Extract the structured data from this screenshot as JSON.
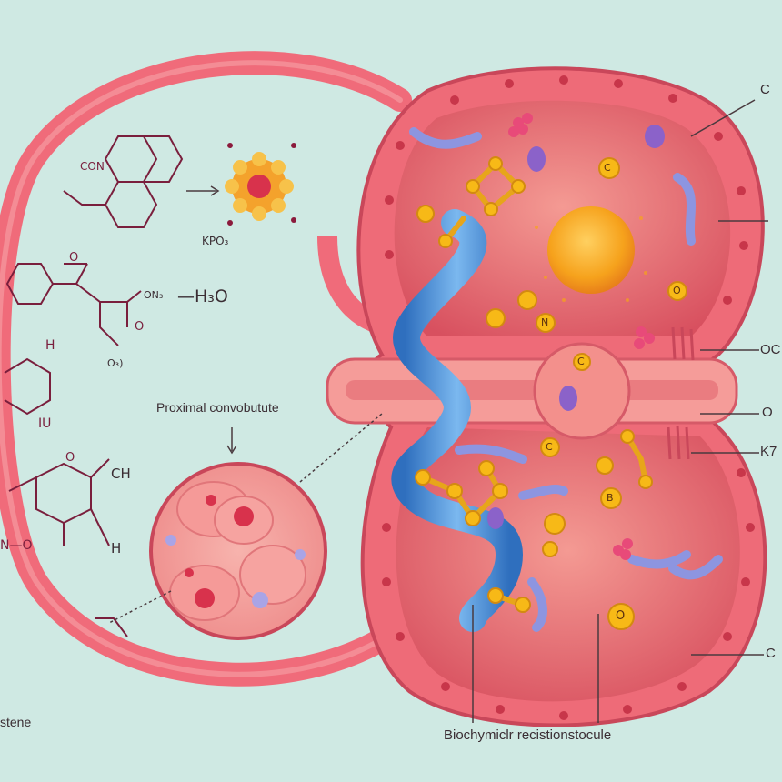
{
  "labels": {
    "proximal": "Proximal convobutute",
    "bottom_caption": "Biochymiclr recistionstocule",
    "left_bottom": "stene",
    "right_c1": "C",
    "right_oc": "OC",
    "right_o": "O",
    "right_k7": "K7",
    "right_c2": "C"
  },
  "chem": {
    "con": "CON",
    "kpo": "KPO₃",
    "h2o": "—H₃O",
    "on": "ON₃",
    "o_sub": "O₃)",
    "h_top": "H",
    "iu": "IU",
    "o_a": "O",
    "o_b": "O",
    "ch": "CH",
    "h_right": "H",
    "n_o": "N—O",
    "o_c": "O",
    "o_bead": "O"
  },
  "beads": {
    "c1": "C",
    "n1": "N",
    "o1": "O",
    "c2": "C",
    "b1": "B",
    "c3": "C",
    "o2": "O"
  },
  "colors": {
    "background": "#cfe9e3",
    "tubule": "#f06b7a",
    "tubule_dark": "#d94b5f",
    "cell_interior": "#e25f6c",
    "nucleus": "#f6a21c",
    "ribbon": "#4a8fd8",
    "chemistry": "#7a1f3d"
  }
}
